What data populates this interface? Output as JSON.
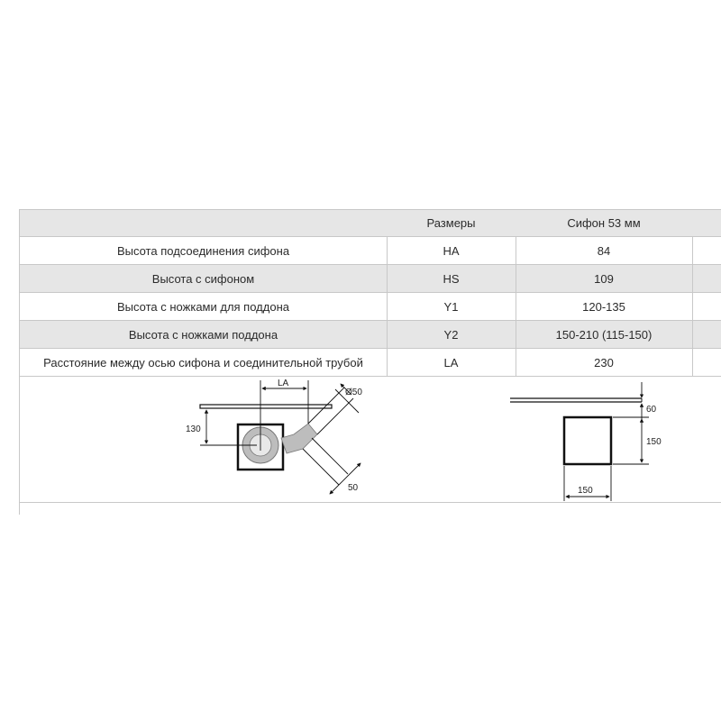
{
  "header": {
    "col1": "",
    "col2": "Размеры",
    "col3": "Сифон 53 мм"
  },
  "rows": [
    {
      "label": "Высота подсоединения сифона",
      "code": "HA",
      "value": "84"
    },
    {
      "label": "Высота с сифоном",
      "code": "HS",
      "value": "109"
    },
    {
      "label": "Высота с ножками для поддона",
      "code": "Y1",
      "value": "120-135"
    },
    {
      "label": "Высота с ножками поддона",
      "code": "Y2",
      "value": "150-210 (115-150)"
    },
    {
      "label": "Расстояние между осью сифона и соединительной трубой",
      "code": "LA",
      "value": "230"
    }
  ],
  "drawing_left": {
    "dim_la": "LA",
    "dim_diameter": "Ø50",
    "dim_130": "130",
    "dim_50": "50"
  },
  "drawing_right": {
    "dim_60": "60",
    "dim_150_vertical": "150",
    "dim_150_horizontal": "150"
  },
  "colors": {
    "shade": "#e6e6e6",
    "grid": "#c8c8c8",
    "line": "#111111",
    "siphon_gray": "#b3b3b3"
  }
}
